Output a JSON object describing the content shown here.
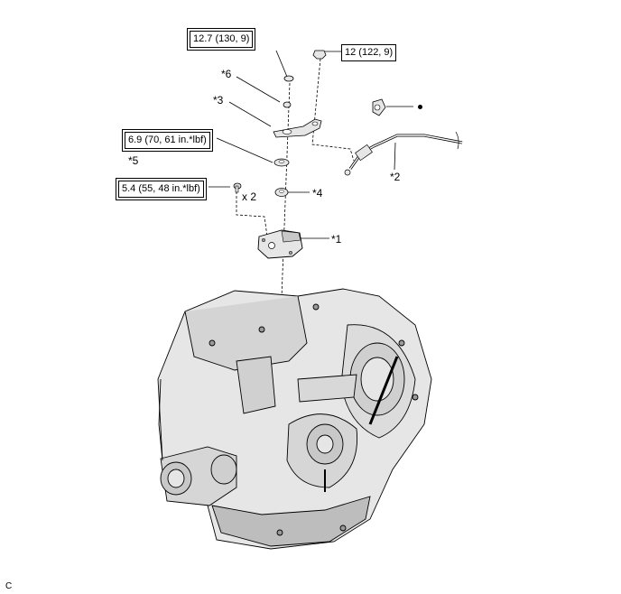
{
  "torque_specs": {
    "upper_nut": "12.7 (130, 9)",
    "bracket_bolt": "12 (122, 9)",
    "washer_nut": "6.9 (70, 61 in.*lbf)",
    "switch_bolt": "5.4 (55, 48 in.*lbf)"
  },
  "callouts": {
    "c6": "*6",
    "c3": "*3",
    "c5": "*5",
    "c4": "*4",
    "c1": "*1",
    "c2": "*2",
    "qty": "x 2"
  },
  "corner_label": "C",
  "colors": {
    "line": "#000000",
    "part_fill": "#e6e6e6",
    "part_shade": "#c8c8c8",
    "part_dark": "#9a9a9a"
  }
}
